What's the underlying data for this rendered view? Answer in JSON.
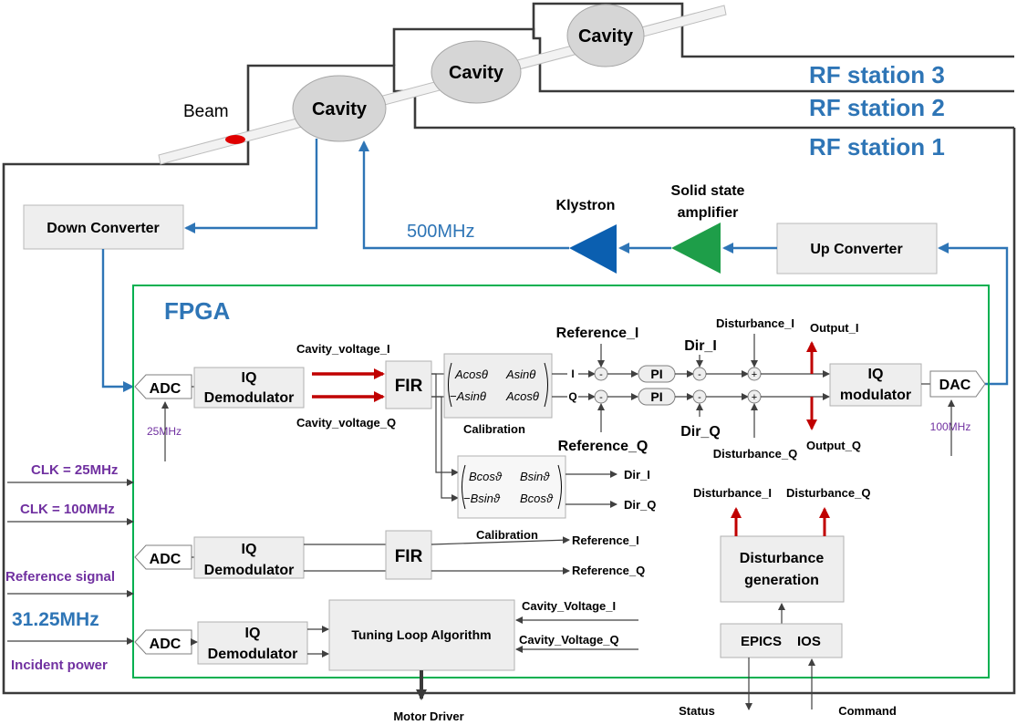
{
  "colors": {
    "blue": "#2e75b6",
    "purple": "#7030a0",
    "green_border": "#00b050",
    "red": "#c00000",
    "klystron": "#0b5fb0",
    "amplifier": "#1e9e49"
  },
  "labels": {
    "cavity1": "Cavity",
    "cavity2": "Cavity",
    "cavity3": "Cavity",
    "beam": "Beam",
    "rf_station_3": "RF station 3",
    "rf_station_2": "RF station 2",
    "rf_station_1": "RF station 1",
    "down_converter": "Down Converter",
    "up_converter": "Up Converter",
    "klystron": "Klystron",
    "amp_line1": "Solid state",
    "amp_line2": "amplifier",
    "freq_500": "500MHz",
    "fpga": "FPGA",
    "adc": "ADC",
    "dac": "DAC",
    "iq_line1": "IQ",
    "demod_line2": "Demodulator",
    "mod_line2": "modulator",
    "fir": "FIR",
    "pi": "PI",
    "cavity_voltage_i": "Cavity_voltage_I",
    "cavity_voltage_q": "Cavity_voltage_Q",
    "cal_row1_a": "Acosθ",
    "cal_row1_b": "Asinθ",
    "cal_row2_a": "−Asinθ",
    "cal_row2_b": "Acosθ",
    "calibration": "Calibration",
    "i_small": "I",
    "q_small": "Q",
    "reference_i": "Reference_I",
    "reference_q": "Reference_Q",
    "dir_i": "Dir_I",
    "dir_q": "Dir_Q",
    "disturbance_i": "Disturbance_I",
    "disturbance_q": "Disturbance_Q",
    "output_i": "Output_I",
    "output_q": "Output_Q",
    "minus": "-",
    "plus": "+",
    "rot_row1_a": "Bcosϑ",
    "rot_row1_b": "Bsinϑ",
    "rot_row2_a": "−Bsinϑ",
    "rot_row2_b": "Bcosϑ",
    "freq_25": "25MHz",
    "freq_100": "100MHz",
    "clk25": "CLK = 25MHz",
    "clk100": "CLK = 100MHz",
    "reference_signal": "Reference signal",
    "freq_3125": "31.25MHz",
    "incident_power": "Incident power",
    "disturbance_gen_line1": "Disturbance",
    "disturbance_gen_line2": "generation",
    "epics": "EPICS",
    "ios": "IOS",
    "tuning_loop": "Tuning Loop Algorithm",
    "cavity_voltage_i2": "Cavity_Voltage_I",
    "cavity_voltage_q2": "Cavity_Voltage_Q",
    "motor_driver": "Motor Driver",
    "status": "Status",
    "command": "Command"
  }
}
